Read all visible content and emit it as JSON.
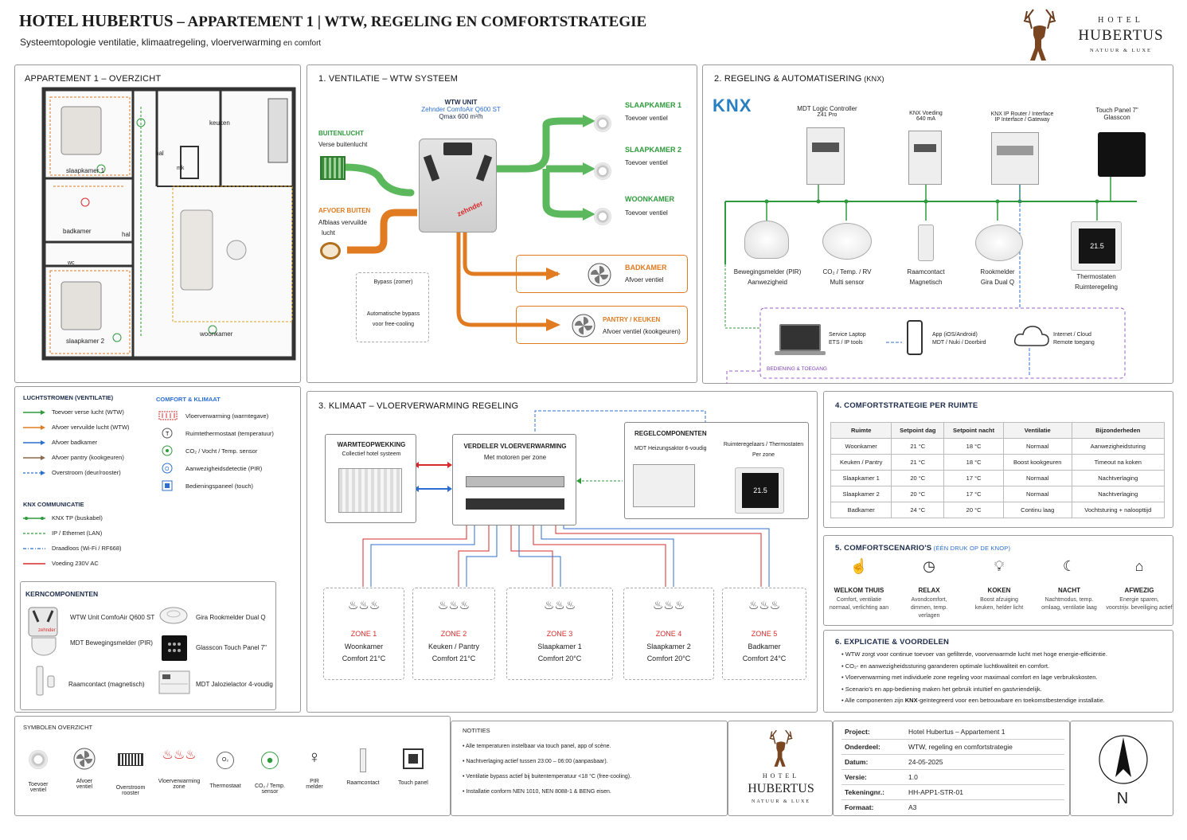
{
  "header": {
    "title_a": "HOTEL HUBERTUS",
    "title_b": " – APPARTEMENT 1 | WTW, REGELING EN COMFORTSTRATEGIE",
    "subtitle": "Systeemtopologie ventilatie, klimaatregeling, vloerverwarming",
    "subtitle_small": " en comfort"
  },
  "logo": {
    "line1": "HOTEL",
    "line2": "HUBERTUS",
    "line3": "NATUUR & LUXE"
  },
  "overview": {
    "title": "APPARTEMENT 1 – OVERZICHT",
    "rooms": [
      "slaapkamer 1",
      "hal",
      "mk",
      "keuken",
      "badkamer",
      "hal",
      "wc",
      "slaapkamer 2",
      "woonkamer"
    ]
  },
  "legend": {
    "vent_title": "LUCHTSTROMEN (VENTILATIE)",
    "vent": [
      {
        "label": "Toevoer verse lucht (WTW)",
        "color": "#2f9a3c"
      },
      {
        "label": "Afvoer vervuilde lucht (WTW)",
        "color": "#e07b22"
      },
      {
        "label": "Afvoer badkamer",
        "color": "#2c6fd1"
      },
      {
        "label": "Afvoer pantry (kookgeuren)",
        "color": "#8a6a4a"
      },
      {
        "label": "Overstroom (deur/rooster)",
        "color": "#2c6fd1"
      }
    ],
    "comfort_title": "COMFORT & KLIMAAT",
    "comfort": [
      "Vloerverwarming (warmtegave)",
      "Ruimtethermostaat (temperatuur)",
      "CO₂ / Vocht / Temp. sensor",
      "Aanwezigheidsdetectie (PIR)",
      "Bedieningspaneel (touch)"
    ],
    "knx_title": "KNX COMMUNICATIE",
    "knx": [
      {
        "label": "KNX TP (buskabel)",
        "color": "#2f9a3c"
      },
      {
        "label": "IP / Ethernet (LAN)",
        "color": "#2f9a3c"
      },
      {
        "label": "Draadloos (Wi-Fi / RF668)",
        "color": "#2c6fd1"
      },
      {
        "label": "Voeding 230V AC",
        "color": "#d92b2b"
      }
    ]
  },
  "kern": {
    "title": "KERNCOMPONENTEN",
    "items": [
      "WTW Unit ComfoAir Q600 ST",
      "Gira Rookmelder Dual Q",
      "MDT Bewegingsmelder (PIR)",
      "Glasscon Touch Panel 7\"",
      "Raamcontact (magnetisch)",
      "MDT Jalozielactor 4-voudig"
    ]
  },
  "wtw": {
    "title": "1.  VENTILATIE – WTW SYSTEEM",
    "unit_title": "WTW UNIT",
    "unit_model": "Zehnder ComfoAir Q600 ST",
    "unit_q": "Qmax 600 m³/h",
    "brand": "zehnder",
    "in_title": "BUITENLUCHT",
    "in_sub": "Verse buitenlucht",
    "out_title": "AFVOER BUITEN",
    "out_sub1": "Afblaas vervuilde",
    "out_sub2": "lucht",
    "supply": [
      {
        "room": "SLAAPKAMER 1",
        "sub": "Toevoer ventiel"
      },
      {
        "room": "SLAAPKAMER 2",
        "sub": "Toevoer ventiel"
      },
      {
        "room": "WOONKAMER",
        "sub": "Toevoer ventiel"
      }
    ],
    "extract": [
      {
        "room": "BADKAMER",
        "sub": "Afvoer ventiel"
      },
      {
        "room": "PANTRY / KEUKEN",
        "sub": "Afvoer ventiel (kookgeuren)"
      }
    ],
    "bypass_title": "Bypass (zomer)",
    "bypass_1": "Automatische bypass",
    "bypass_2": "voor free-cooling"
  },
  "knx": {
    "title": "2.  REGELING & AUTOMATISERING",
    "title_small": " (KNX)",
    "logo": "KNX",
    "devices": [
      {
        "name": "MDT Logic Controller",
        "sub": "Z41 Pro"
      },
      {
        "name": "KNX Voeding",
        "sub": "640 mA"
      },
      {
        "name": "KNX IP Router / Interface",
        "sub": "IP Interface / Gateway"
      },
      {
        "name": "Touch Panel 7\"",
        "sub": "Glasscon"
      }
    ],
    "sensors": [
      {
        "name": "Bewegingsmelder (PIR)",
        "sub": "Aanwezigheid"
      },
      {
        "name": "CO₂ / Temp. / RV",
        "sub": "Multi sensor"
      },
      {
        "name": "Raamcontact",
        "sub": "Magnetisch"
      },
      {
        "name": "Rookmelder",
        "sub": "Gira Dual Q"
      },
      {
        "name": "Thermostaten",
        "sub": "Ruimteregeling"
      }
    ],
    "access": [
      {
        "name": "Service Laptop",
        "sub": "ETS / IP tools"
      },
      {
        "name": "App (iOS/Android)",
        "sub": "MDT / Nuki / Doorbird"
      },
      {
        "name": "Internet / Cloud",
        "sub": "Remote toegang"
      }
    ],
    "access_label": "BEDIENING & TOEGANG",
    "thermo_value": "21.5"
  },
  "climate": {
    "title": "3.  KLIMAAT – VLOERVERWARMING REGELING",
    "heat_title": "WARMTEOPWEKKING",
    "heat_sub": "Collectief hotel systeem",
    "man_title": "VERDELER VLOERVERWARMING",
    "man_sub": "Met motoren per zone",
    "reg_title": "REGELCOMPONENTEN",
    "reg_act": "MDT Heizungsaktor 6-voudig",
    "reg_th1": "Ruimteregelaars / Thermostaten",
    "reg_th2": "Per zone",
    "reg_value": "21.5",
    "zones": [
      {
        "zone": "ZONE 1",
        "room": "Woonkamer",
        "comfort": "Comfort 21°C"
      },
      {
        "zone": "ZONE 2",
        "room": "Keuken / Pantry",
        "comfort": "Comfort 21°C"
      },
      {
        "zone": "ZONE 3",
        "room": "Slaapkamer 1",
        "comfort": "Comfort 20°C"
      },
      {
        "zone": "ZONE 4",
        "room": "Slaapkamer 2",
        "comfort": "Comfort 20°C"
      },
      {
        "zone": "ZONE 5",
        "room": "Badkamer",
        "comfort": "Comfort 24°C"
      }
    ]
  },
  "strategy": {
    "title": "4.  COMFORTSTRATEGIE PER RUIMTE",
    "headers": [
      "Ruimte",
      "Setpoint dag",
      "Setpoint nacht",
      "Ventilatie",
      "Bijzonderheden"
    ],
    "rows": [
      [
        "Woonkamer",
        "21 °C",
        "18 °C",
        "Normaal",
        "Aanwezigheidsturing"
      ],
      [
        "Keuken / Pantry",
        "21 °C",
        "18 °C",
        "Boost kookgeuren",
        "Timeout na koken"
      ],
      [
        "Slaapkamer 1",
        "20 °C",
        "17 °C",
        "Normaal",
        "Nachtverlaging"
      ],
      [
        "Slaapkamer 2",
        "20 °C",
        "17 °C",
        "Normaal",
        "Nachtverlaging"
      ],
      [
        "Badkamer",
        "24 °C",
        "20 °C",
        "Continu laag",
        "Vochtsturing + naloopttijd"
      ]
    ]
  },
  "scenarios": {
    "title": "5.  COMFORTSCENARIO'S",
    "title_small": " (ÉÉN DRUK OP DE KNOP)",
    "items": [
      {
        "name": "WELKOM THUIS",
        "d1": "Comfort, ventilatie",
        "d2": "normaal, verlichting aan",
        "d3": ""
      },
      {
        "name": "RELAX",
        "d1": "Avondcomfort,",
        "d2": "dimmen, temp.",
        "d3": "verlagen"
      },
      {
        "name": "KOKEN",
        "d1": "Boost afzuiging",
        "d2": "keuken, helder licht",
        "d3": ""
      },
      {
        "name": "NACHT",
        "d1": "Nachtmodus, temp.",
        "d2": "omlaag, ventilatie laag",
        "d3": ""
      },
      {
        "name": "AFWEZIG",
        "d1": "Energie sparen,",
        "d2": "voorstrijv. beveiliging actief",
        "d3": ""
      }
    ]
  },
  "explanation": {
    "title": "6.  EXPLICATIE & VOORDELEN",
    "items": [
      "WTW zorgt voor continue toevoer van gefilterde, voorverwarmde lucht met hoge energie-efficiëntie.",
      "CO₂- en aanwezigheidssturing garanderen optimale luchtkwaliteit en comfort.",
      "Vloerverwarming met individuele zone regeling voor maximaal comfort en lage verbruikskosten.",
      "Scenario's en app-bediening maken het gebruik intuïtief en gastvriendelijk."
    ],
    "last_pre": "Alle componenten zijn ",
    "last_bold": "KNX",
    "last_post": "-geïntegreerd voor een betrouwbare en toekomstbestendige installatie."
  },
  "symbols": {
    "title": "SYMBOLEN OVERZICHT",
    "items": [
      {
        "l1": "Toevoer",
        "l2": "ventiel"
      },
      {
        "l1": "Afvoer",
        "l2": "ventiel"
      },
      {
        "l1": "Overstroom",
        "l2": "rooster"
      },
      {
        "l1": "Vloerverwarming",
        "l2": "zone"
      },
      {
        "l1": "Thermostaat",
        "l2": ""
      },
      {
        "l1": "CO₂ / Temp.",
        "l2": "sensor"
      },
      {
        "l1": "PIR",
        "l2": "melder"
      },
      {
        "l1": "Raamcontact",
        "l2": ""
      },
      {
        "l1": "Touch panel",
        "l2": ""
      }
    ]
  },
  "notes": {
    "title": "NOTITIES",
    "items": [
      "Alle temperaturen instelbaar via touch panel, app of scène.",
      "Nachtverlaging actief tussen 23:00 – 06:00 (aanpasbaar).",
      "Ventilatie bypass actief bij buitentemperatuur <18 °C (free-cooling).",
      "Installatie conform NEN 1010, NEN 8088-1 & BENG eisen."
    ]
  },
  "titleblock": {
    "rows": [
      [
        "Project:",
        "Hotel Hubertus – Appartement 1"
      ],
      [
        "Onderdeel:",
        "WTW, regeling en comfortstrategie"
      ],
      [
        "Datum:",
        "24-05-2025"
      ],
      [
        "Versie:",
        "1.0"
      ],
      [
        "Tekeningnr.:",
        "HH-APP1-STR-01"
      ],
      [
        "Formaat:",
        "A3"
      ]
    ]
  },
  "compass": {
    "label": "N"
  }
}
